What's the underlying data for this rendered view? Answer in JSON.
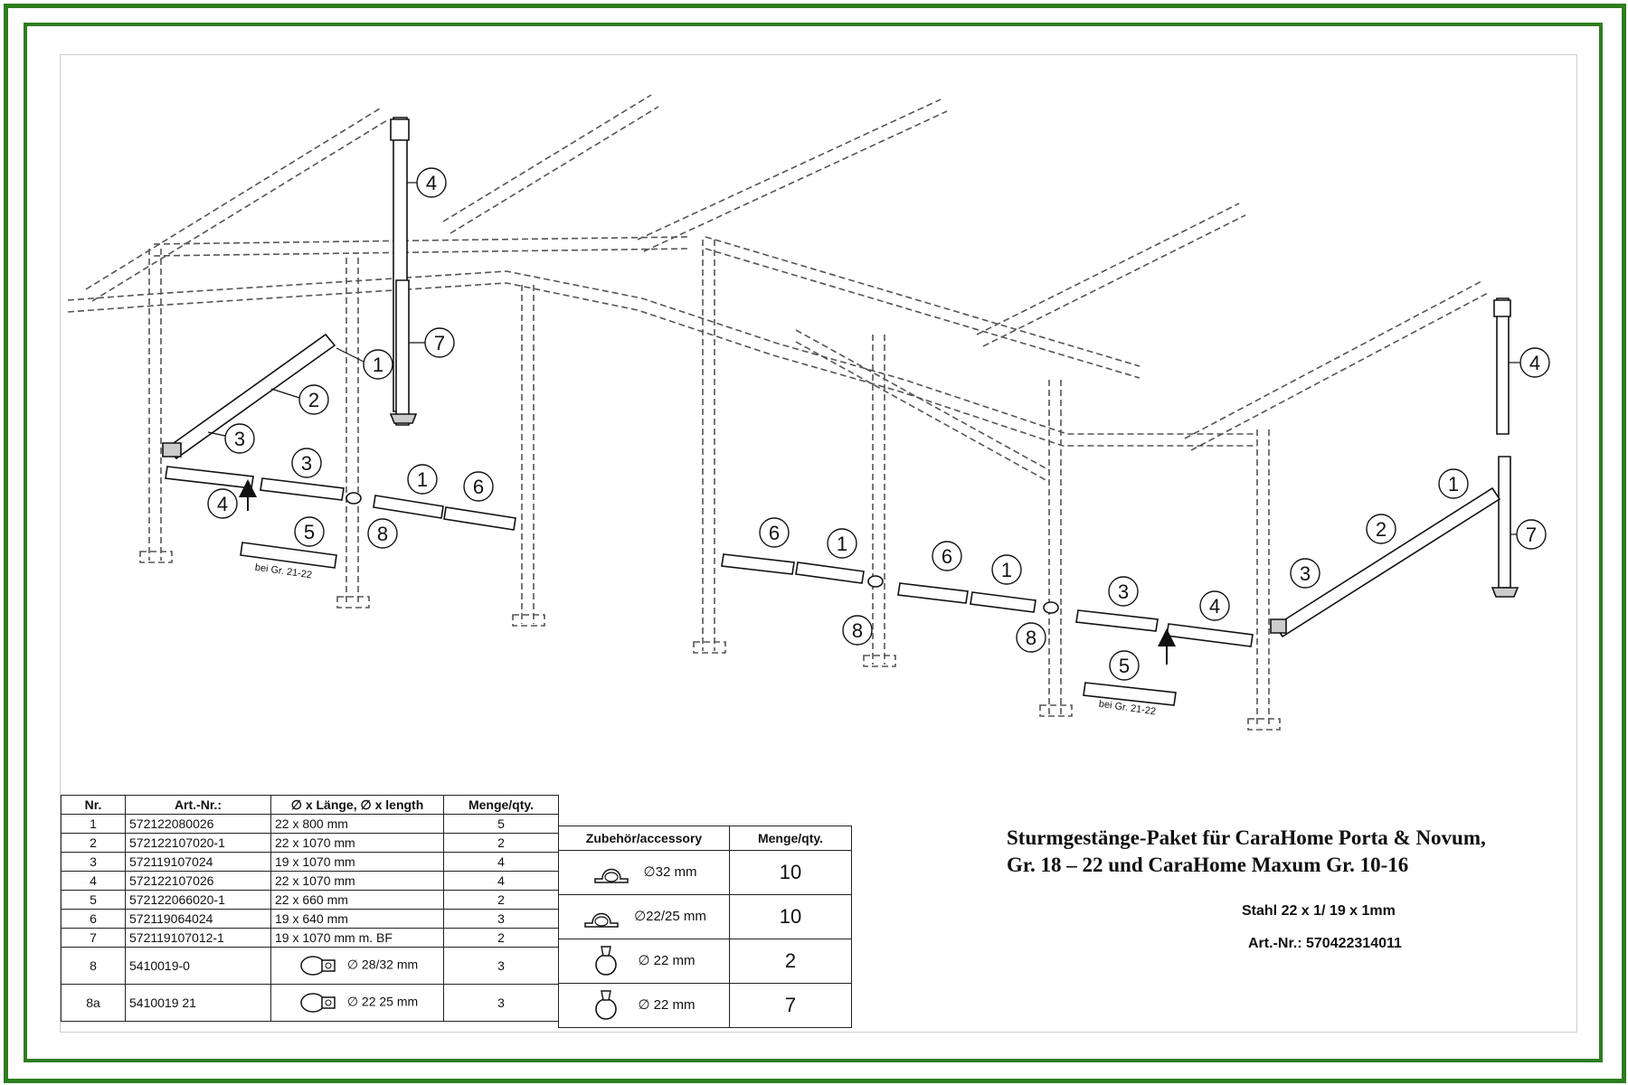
{
  "title": {
    "line1": "Sturmgestänge-Paket für CaraHome Porta & Novum,",
    "line2": "Gr. 18 – 22 und CaraHome Maxum Gr. 10-16"
  },
  "spec": {
    "material": "Stahl 22 x 1/ 19 x 1mm",
    "article": "Art.-Nr.: 570422314011"
  },
  "parts_table": {
    "headers": [
      "Nr.",
      "Art.-Nr.:",
      "∅ x Länge, ∅ x length",
      "Menge/qty."
    ],
    "rows": [
      {
        "nr": "1",
        "art": "572122080026",
        "dim": "22 x 800 mm",
        "qty": "5"
      },
      {
        "nr": "2",
        "art": "572122107020-1",
        "dim": "22 x 1070 mm",
        "qty": "2"
      },
      {
        "nr": "3",
        "art": "572119107024",
        "dim": "19 x 1070 mm",
        "qty": "4"
      },
      {
        "nr": "4",
        "art": "572122107026",
        "dim": "22 x 1070 mm",
        "qty": "4"
      },
      {
        "nr": "5",
        "art": "572122066020-1",
        "dim": "22 x 660 mm",
        "qty": "2"
      },
      {
        "nr": "6",
        "art": "572119064024",
        "dim": "19 x 640 mm",
        "qty": "3"
      },
      {
        "nr": "7",
        "art": "572119107012-1",
        "dim": "19 x 1070 mm m. BF",
        "qty": "2"
      },
      {
        "nr": "8",
        "art": "5410019-0",
        "dim": "∅ 28/32 mm",
        "qty": "3"
      },
      {
        "nr": "8a",
        "art": "5410019 21",
        "dim": "∅ 22 25 mm",
        "qty": "3"
      }
    ]
  },
  "accessory_table": {
    "headers": [
      "Zubehör/accessory",
      "Menge/qty."
    ],
    "rows": [
      {
        "label": "∅32 mm",
        "qty": "10",
        "icon": "pipe-clip-icon"
      },
      {
        "label": "∅22/25 mm",
        "qty": "10",
        "icon": "pipe-clip-icon"
      },
      {
        "label": "∅ 22 mm",
        "qty": "2",
        "icon": "hose-clamp-icon"
      },
      {
        "label": "∅ 22 mm",
        "qty": "7",
        "icon": "hose-clamp-icon"
      }
    ]
  },
  "callouts": {
    "n1": "1",
    "n2": "2",
    "n3": "3",
    "n4": "4",
    "n5": "5",
    "n6": "6",
    "n7": "7",
    "n8": "8",
    "bei": "bei Gr. 21-22"
  },
  "colors": {
    "frame": "#2e7d1f",
    "ink": "#111111",
    "dashed": "#555555"
  }
}
